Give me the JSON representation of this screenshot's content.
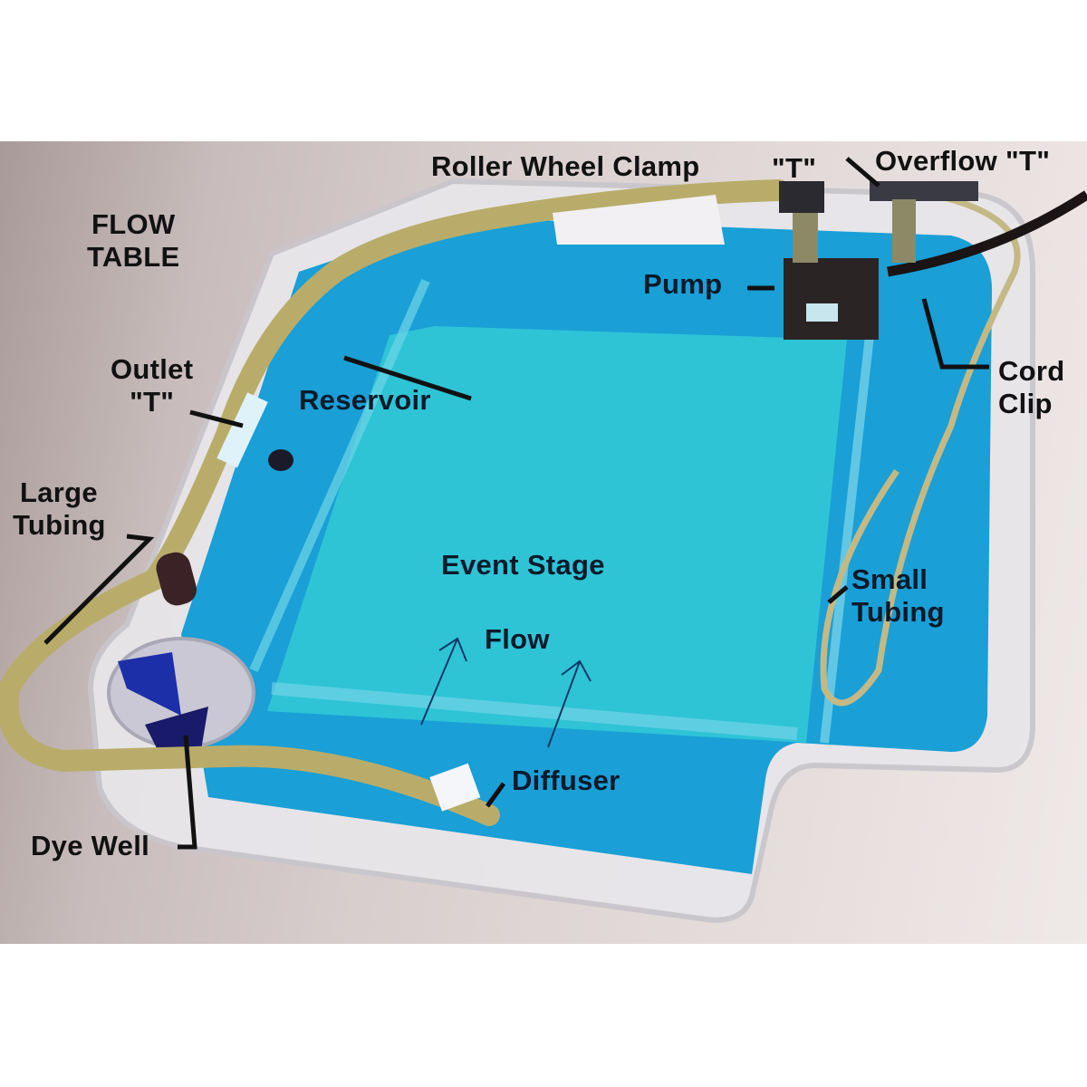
{
  "title": "FLOW TABLE",
  "title_lines": [
    "FLOW",
    "TABLE"
  ],
  "labels": {
    "roller_wheel_clamp": "Roller Wheel Clamp",
    "t_fitting": "\"T\"",
    "overflow_t": "Overflow \"T\"",
    "pump": "Pump",
    "cord_clip": [
      "Cord",
      "Clip"
    ],
    "outlet_t": [
      "Outlet",
      "\"T\""
    ],
    "reservoir": "Reservoir",
    "large_tubing": [
      "Large",
      "Tubing"
    ],
    "event_stage": "Event Stage",
    "flow": "Flow",
    "small_tubing": [
      "Small",
      "Tubing"
    ],
    "diffuser": "Diffuser",
    "dye_well": "Dye Well"
  },
  "colors": {
    "water": "#1aa6d8",
    "stage": "#22bcd6",
    "tubing": "#b9ac6a",
    "background": "#d9cfcd",
    "pump": "#2b2424",
    "dye": "#1d2fa8"
  }
}
